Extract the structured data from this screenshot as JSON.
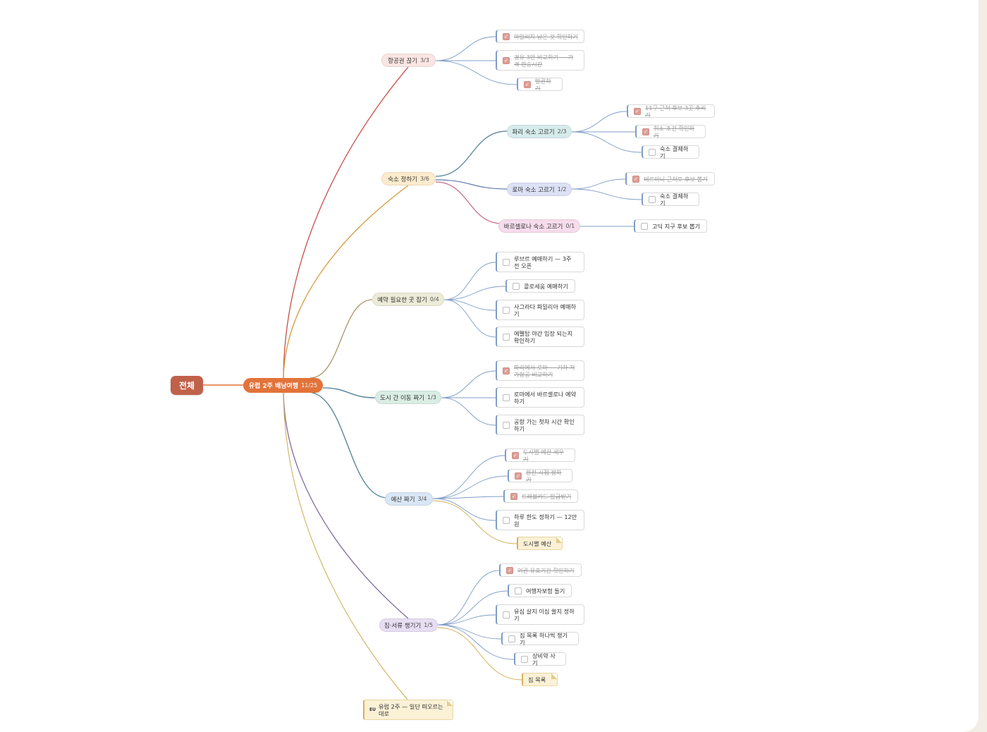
{
  "root": {
    "label": "전체"
  },
  "main": {
    "label": "유럽 2주 배낭여행",
    "count": "11/25"
  },
  "colors": {
    "flight": "#c94e4e",
    "stay": "#d69a3c",
    "reserve": "#a89766",
    "move": "#4d7f96",
    "budget": "#5c88b5",
    "pack": "#7f6c9c",
    "note": "#cfa94c",
    "task_line": "#7f9cc7"
  },
  "branches": {
    "flight": {
      "label": "항공권 끊기",
      "count": "3/3"
    },
    "stay": {
      "label": "숙소 정하기",
      "count": "3/6"
    },
    "paris": {
      "label": "파리 숙소 고르기",
      "count": "2/3"
    },
    "rome": {
      "label": "로마 숙소 고르기",
      "count": "1/2"
    },
    "barca": {
      "label": "바르셀로나 숙소 고르기",
      "count": "0/1"
    },
    "reserve": {
      "label": "예약 필요한 곳 잡기",
      "count": "0/4"
    },
    "move": {
      "label": "도시 간 이동 짜기",
      "count": "1/3"
    },
    "budget": {
      "label": "예산 짜기",
      "count": "3/4"
    },
    "pack": {
      "label": "짐·서류 챙기기",
      "count": "1/5"
    }
  },
  "tasks": {
    "f1": "마일리지 남은 것 확인하기",
    "f2": "경유 3안 비교하기 — 가격 환승시간",
    "f3": "발권하기",
    "p1": "11구 근처 후보 3곳 추리기",
    "p2": "취소 조건 확인하기",
    "p3": "숙소 결제하기",
    "r1": "테르미니 근처로 후보 뽑기",
    "r2": "숙소 결제하기",
    "b1": "고딕 지구 후보 뽑기",
    "v1": "루브르 예매하기 — 3주 전 오픈",
    "v2": "콜로세움 예매하기",
    "v3": "사그라다 파밀리아 예매하기",
    "v4": "에펠탑 야간 입장 되는지 확인하기",
    "m1": "파리에서 로마 — 기차 저가항공 비교하기",
    "m2": "로마에서 바르셀로나 예약하기",
    "m3": "공항 가는 첫차 시간 확인하기",
    "g1": "도시별 예산 세우기",
    "g2": "환전 시점 정하기",
    "g3": "트래블카드 발급받기",
    "g4": "하루 한도 정하기 — 12만원",
    "k1": "여권 유효기간 확인하기",
    "k2": "여행자보험 들기",
    "k3": "유심 살지 이심 쓸지 정하기",
    "k4": "짐 목록 하나씩 챙기기",
    "k5": "상비약 사기"
  },
  "notes": {
    "budget": "도시별 예산",
    "pack": "짐 목록",
    "main_tag": "EU",
    "main": "유럽 2주 — 일단 떠오르는 대로"
  }
}
